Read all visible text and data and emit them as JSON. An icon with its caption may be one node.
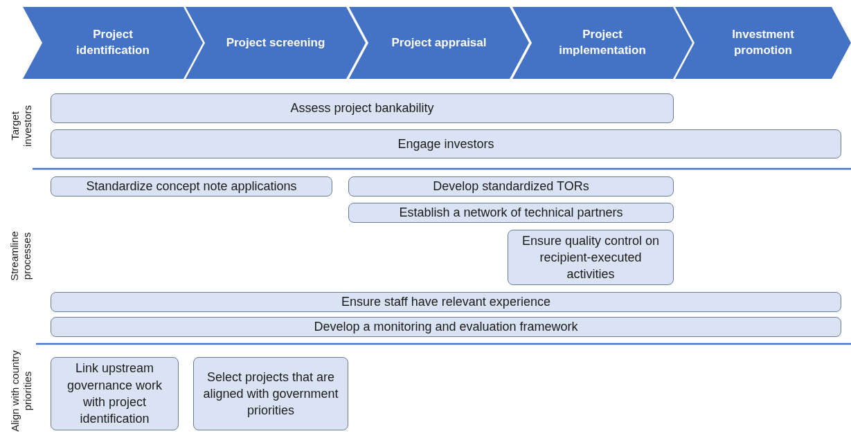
{
  "diagram": {
    "nodes": [
      {
        "text": [
          "Project identification"
        ]
      },
      {
        "text": [
          "Project screening"
        ]
      },
      {
        "text": [
          "Project appraisal"
        ]
      },
      {
        "text": [
          "Project implementation"
        ]
      },
      {
        "text": [
          "Investment promotion"
        ]
      },
      {
        "text": [
          "Assess project bankability"
        ]
      },
      {
        "text": [
          "Engage investors"
        ]
      },
      {
        "text": [
          "Standardize concept note applications"
        ]
      },
      {
        "text": [
          "Develop standardized TORs"
        ]
      },
      {
        "text": [
          "Establish a network of technical partners"
        ]
      },
      {
        "text": [
          "Ensure quality control on recipient-executed activities"
        ]
      },
      {
        "text": [
          "Ensure staff have relevant experience"
        ]
      },
      {
        "text": [
          "Develop a monitoring and evaluation framework"
        ]
      },
      {
        "text": [
          "Link upstream governance work with project identification"
        ]
      },
      {
        "text": [
          "Select projects that are aligned with government priorities"
        ]
      }
    ],
    "labels": [
      "Target investors",
      "Streamline processes",
      "Align with country priorities"
    ]
  }
}
